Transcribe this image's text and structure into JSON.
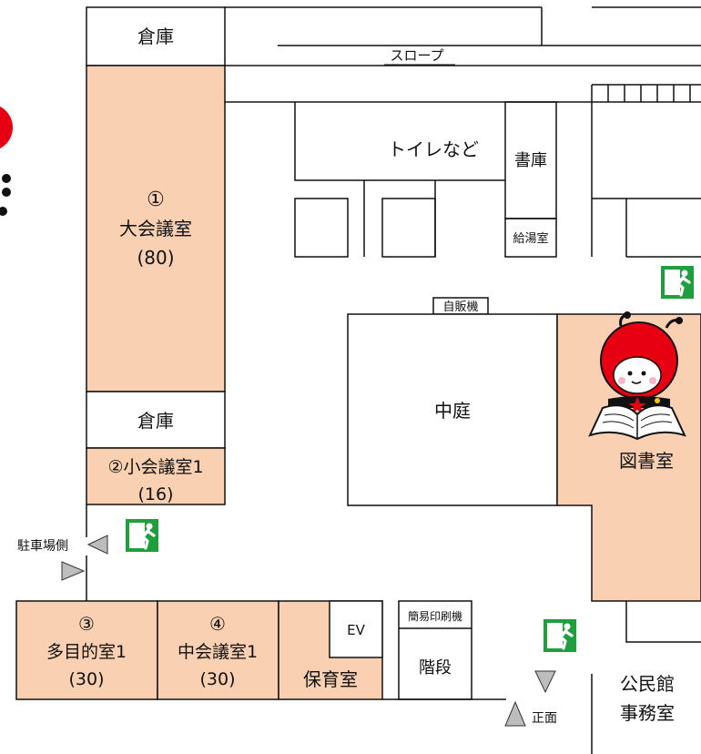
{
  "colors": {
    "room_fill": "#F9D1B2",
    "wall": "#111111",
    "exit_green": "#1E9E3C",
    "mascot_red": "#E60012",
    "arrow_gray": "#BDBDBD"
  },
  "rooms": {
    "storage_top": "倉庫",
    "large_hall": {
      "number": "①",
      "name": "大会議室",
      "capacity": "(80)"
    },
    "storage_mid": "倉庫",
    "small_hall": {
      "name": "②小会議室1",
      "capacity": "(16)"
    },
    "multi_room": {
      "number": "③",
      "name": "多目的室1",
      "capacity": "(30)"
    },
    "medium_hall": {
      "number": "④",
      "name": "中会議室1",
      "capacity": "(30)"
    },
    "nursery": "保育室",
    "elevator": "EV",
    "printer": "簡易印刷機",
    "stairs": "階段",
    "toilets": "トイレなど",
    "archive": "書庫",
    "kitchenette": "給湯室",
    "vending": "自販機",
    "courtyard": "中庭",
    "library": "図書室",
    "office": {
      "line1": "公民館",
      "line2": "事務室"
    }
  },
  "labels": {
    "slope": "スロープ",
    "parking_side": "駐車場側",
    "front": "正面"
  },
  "icons": [
    "emergency-exit-icon",
    "mascot-icon",
    "arrow-left-icon",
    "arrow-right-icon",
    "arrow-up-icon",
    "arrow-down-icon"
  ]
}
